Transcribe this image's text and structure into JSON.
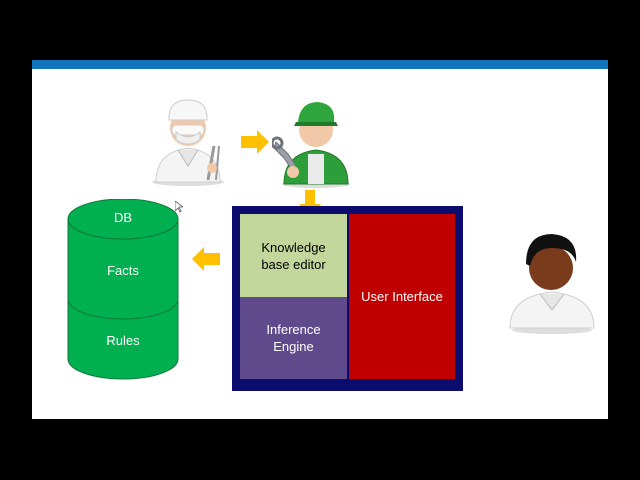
{
  "diagram": {
    "database": {
      "top_label": "DB",
      "upper_label": "Facts",
      "lower_label": "Rules",
      "color": "#00b050"
    },
    "expert_system": {
      "knowledge_base_editor": "Knowledge\nbase editor",
      "inference_engine": "Inference\nEngine",
      "user_interface": "User Interface",
      "frame_color": "#0c0c6e",
      "kb_color": "#c3d69b",
      "inference_color": "#5f4b8b",
      "ui_color": "#c00000"
    },
    "arrows_color": "#ffc000",
    "accent_color": "#1274bd"
  }
}
